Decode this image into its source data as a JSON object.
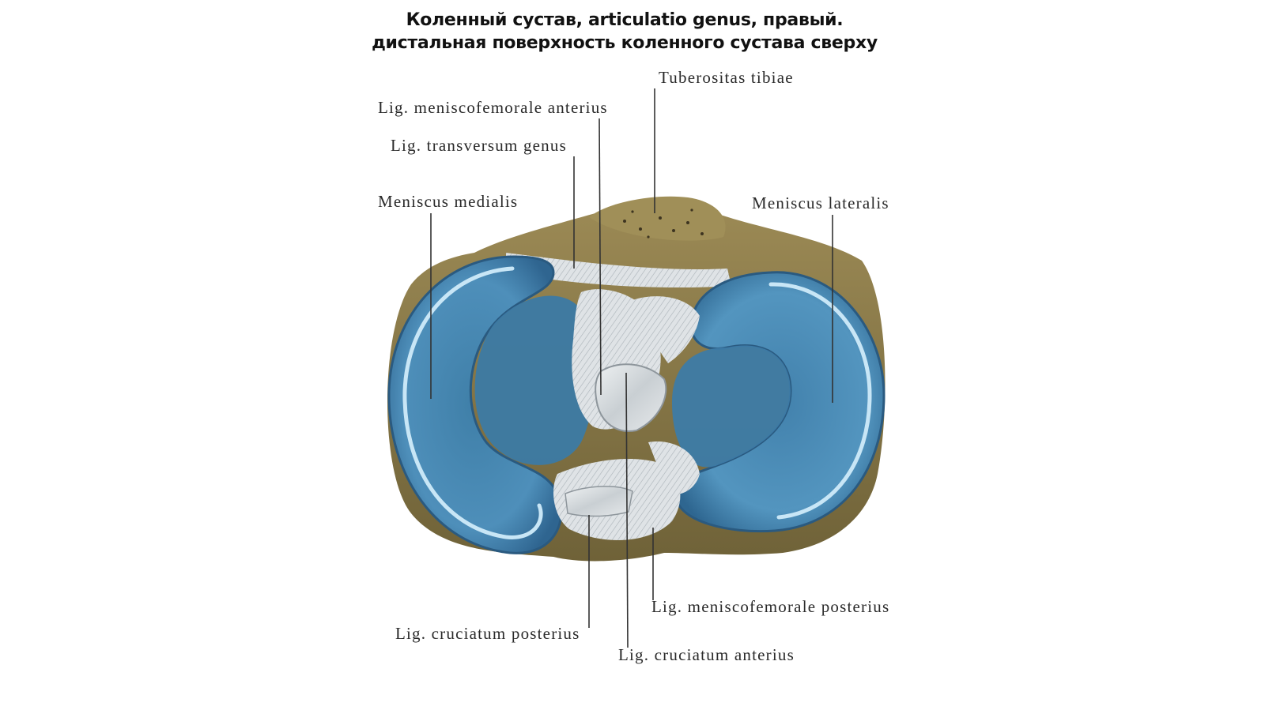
{
  "title": {
    "line1": "Коленный сустав, articulatio genus, правый.",
    "line2": "дистальная поверхность коленного сустава сверху"
  },
  "labels": {
    "tuberositas_tibiae": "Tuberositas tibiae",
    "lig_meniscofemorale_anterius": "Lig. meniscofemorale anterius",
    "lig_transversum_genus": "Lig. transversum genus",
    "meniscus_medialis": "Meniscus medialis",
    "meniscus_lateralis": "Meniscus lateralis",
    "lig_meniscofemorale_posterius": "Lig. meniscofemorale posterius",
    "lig_cruciatum_posterius": "Lig. cruciatum posterius",
    "lig_cruciatum_anterius": "Lig. cruciatum anterius"
  },
  "colors": {
    "meniscus_blue": "#4f8fb8",
    "meniscus_rim": "#b7dbef",
    "bone": "#8a7a4e",
    "ligament": "#d9dde0",
    "leader_line": "#333333"
  }
}
